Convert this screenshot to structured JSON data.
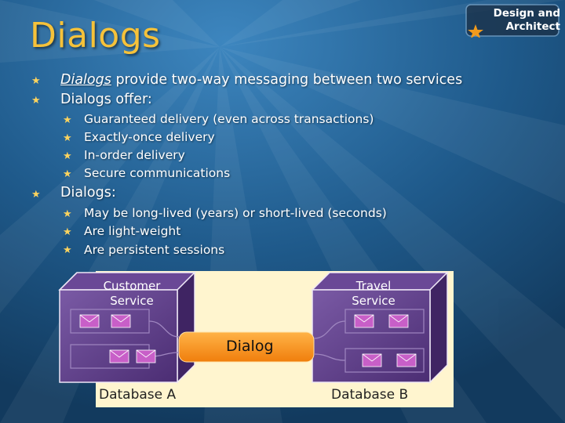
{
  "title": "Dialogs",
  "badge": {
    "line1": "Design and",
    "line2": "Architect"
  },
  "bullets": {
    "b1_link": "Dialogs",
    "b1_rest": "provide two-way messaging between two services",
    "b2": "Dialogs offer:",
    "b2_sub": [
      "Guaranteed delivery (even across transactions)",
      "Exactly-once delivery",
      "In-order delivery",
      "Secure communications"
    ],
    "b3": "Dialogs:",
    "b3_sub": [
      "May be long-lived (years) or short-lived (seconds)",
      "Are light-weight",
      "Are persistent sessions"
    ]
  },
  "diagram": {
    "left_service": {
      "line1": "Customer",
      "line2": "Service"
    },
    "right_service": {
      "line1": "Travel",
      "line2": "Service"
    },
    "connector": "Dialog",
    "left_db": "Database A",
    "right_db": "Database B"
  },
  "colors": {
    "title": "#f6c23a",
    "bullet_star": "#ffd45e",
    "panel": "#fff5cf",
    "cube": "#5c3a86",
    "connector": "#ff9a1e"
  }
}
